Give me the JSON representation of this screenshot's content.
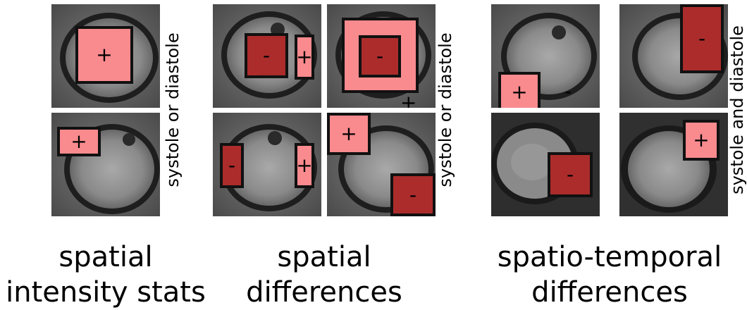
{
  "groups": [
    {
      "caption_line1": "spatial",
      "caption_line2": "intensity stats",
      "side_label": "systole or diastole"
    },
    {
      "caption_line1": "spatial",
      "caption_line2": "differences",
      "side_label": "systole or diastole"
    },
    {
      "caption_line1": "spatio-temporal",
      "caption_line2": "differences",
      "side_label": "systole and diastole"
    }
  ],
  "signs": {
    "plus": "+",
    "minus": "-"
  },
  "colors": {
    "positive_region": "#f98a8e",
    "negative_region": "#ac2c2c",
    "region_border": "#111111"
  }
}
